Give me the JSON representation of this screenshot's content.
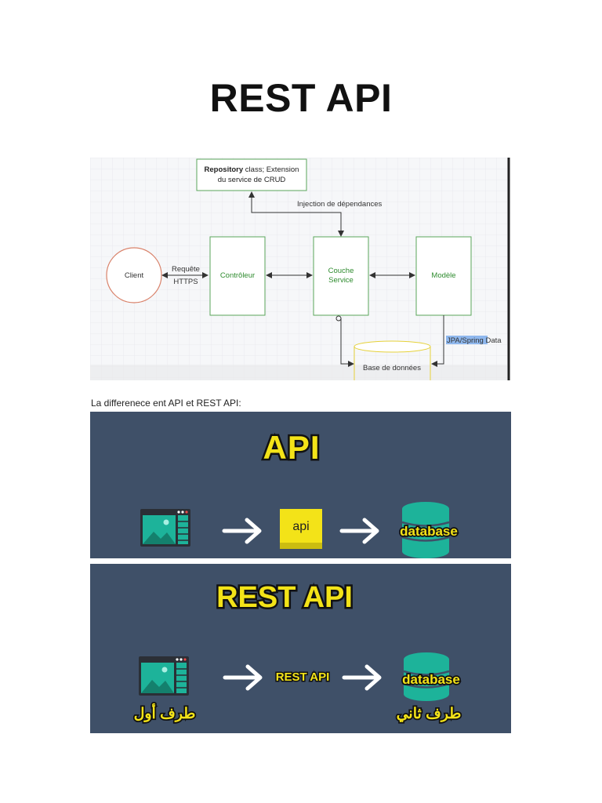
{
  "title": "REST API",
  "diagram": {
    "repository": {
      "bold": "Repository",
      "rest": " class; Extension",
      "line2": "du service de CRUD"
    },
    "injection_label": "Injection de dépendances",
    "client": "Client",
    "request_line1": "Requête",
    "request_line2": "HTTPS",
    "controller": "Contrôleur",
    "service_line1": "Couche",
    "service_line2": "Service",
    "model": "Modèle",
    "jpa_highlight": "JPA/Spring",
    "jpa_rest": " Data",
    "database": "Base de données",
    "colors": {
      "green": "#2e8b2e",
      "client_border": "#d9826a",
      "db_border": "#e6d23a",
      "highlight": "#8fb8ee"
    }
  },
  "caption": "La differenece ent API et REST API:",
  "api_panel": {
    "heading": "API",
    "middle_label": "api",
    "db_label": "database",
    "colors": {
      "bg": "#3f5068",
      "yellow": "#f3e318",
      "teal": "#1db39a"
    }
  },
  "rest_panel": {
    "heading": "REST API",
    "middle_label": "REST API",
    "db_label": "database",
    "left_caption": "طرف أول",
    "right_caption": "طرف ثاني"
  },
  "icons": [
    "app-window-icon",
    "arrow-right-icon",
    "api-chip-icon",
    "database-icon"
  ]
}
